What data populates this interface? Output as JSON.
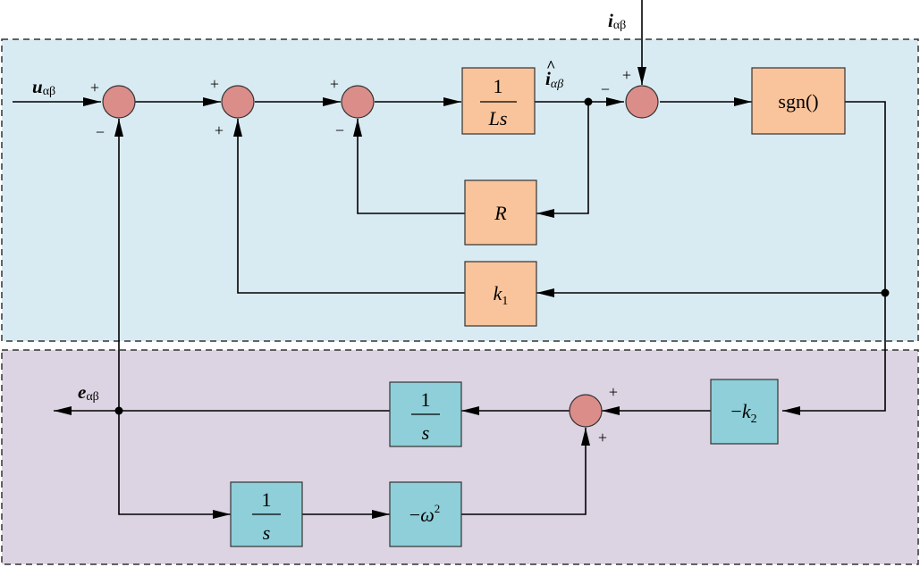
{
  "colors": {
    "upper_region": "#d9ebf2",
    "lower_region": "#dcd4e2",
    "orange_block": "#f9c49b",
    "blue_block": "#8ecfd9",
    "sum_junction": "#db8d8a",
    "line": "#000000"
  },
  "signals": {
    "u_main": "u",
    "u_sub": "αβ",
    "i_main": "i",
    "i_sub": "αβ",
    "ihat_main": "i",
    "ihat_hat": "^",
    "ihat_sub": "αβ",
    "e_main": "e",
    "e_sub": "αβ"
  },
  "blocks": {
    "integrator_Ls": {
      "num": "1",
      "den": "Ls"
    },
    "resistance": {
      "label": "R"
    },
    "sign_function": {
      "label": "sgn()"
    },
    "gain_k1": {
      "main": "k",
      "sub": "1"
    },
    "gain_neg_k2": {
      "prefix": "−",
      "main": "k",
      "sub": "2"
    },
    "integrator_s_upper": {
      "num": "1",
      "den": "s"
    },
    "integrator_s_lower": {
      "num": "1",
      "den": "s"
    },
    "neg_omega_sq": {
      "prefix": "−",
      "main": "ω",
      "sup": "2"
    }
  },
  "signs": {
    "sum1_top": "+",
    "sum1_bottom": "−",
    "sum2_top": "+",
    "sum2_bottom": "+",
    "sum3_top": "+",
    "sum3_bottom": "−",
    "sum4_left": "−",
    "sum4_top": "+",
    "sum5_top": "+",
    "sum5_bottom": "+"
  }
}
